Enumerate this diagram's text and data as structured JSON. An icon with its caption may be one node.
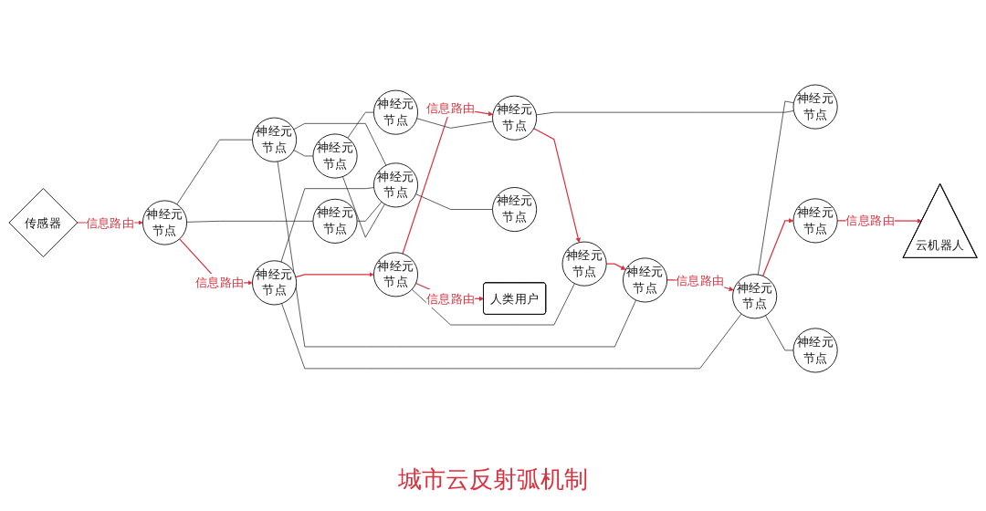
{
  "diagram": {
    "caption": "城市云反射弧机制",
    "nodes": [
      {
        "text": [
          "传感器"
        ]
      },
      {
        "text": [
          "神经元节点"
        ]
      },
      {
        "text": [
          "神经元节点"
        ]
      },
      {
        "text": [
          "神经元节点"
        ]
      },
      {
        "text": [
          "神经元节点"
        ]
      },
      {
        "text": [
          "神经元节点"
        ]
      },
      {
        "text": [
          "神经元节点"
        ]
      },
      {
        "text": [
          "神经元节点"
        ]
      },
      {
        "text": [
          "神经元节点"
        ]
      },
      {
        "text": [
          "神经元节点"
        ]
      },
      {
        "text": [
          "神经元节点"
        ]
      },
      {
        "text": [
          "神经元节点"
        ]
      },
      {
        "text": [
          "神经元节点"
        ]
      },
      {
        "text": [
          "神经元节点"
        ]
      },
      {
        "text": [
          "神经元节点"
        ]
      },
      {
        "text": [
          "神经元节点"
        ]
      },
      {
        "text": [
          "神经元节点"
        ]
      },
      {
        "text": [
          "人类用户"
        ]
      },
      {
        "text": [
          "云机器人"
        ]
      }
    ],
    "edges": [
      {
        "from": 0,
        "to": 1,
        "arrow": "to",
        "label": "信息路由",
        "color": "#d9303e"
      },
      {
        "from": 1,
        "to": 9,
        "arrow": "to",
        "label": "信息路由",
        "color": "#d9303e"
      },
      {
        "from": 9,
        "to": 13,
        "arrow": "to",
        "color": "#d9303e"
      },
      {
        "from": 13,
        "to": 11,
        "arrow": "to",
        "label": "信息路由",
        "color": "#d9303e"
      },
      {
        "from": 13,
        "to": 17,
        "arrow": "to",
        "label": "信息路由",
        "color": "#d9303e"
      },
      {
        "from": 11,
        "to": 5,
        "arrow": "to",
        "color": "#d9303e"
      },
      {
        "from": 5,
        "to": 2,
        "arrow": "to",
        "color": "#d9303e"
      },
      {
        "from": 2,
        "to": 6,
        "arrow": "to",
        "label": "信息路由",
        "color": "#d9303e"
      },
      {
        "from": 6,
        "to": 14,
        "arrow": "to",
        "color": "#d9303e"
      },
      {
        "from": 14,
        "to": 18,
        "arrow": "to",
        "label": "信息路由",
        "color": "#d9303e"
      },
      {
        "from": 1,
        "to": 3,
        "arrow": "none"
      },
      {
        "from": 1,
        "to": 12,
        "arrow": "none"
      },
      {
        "from": 3,
        "to": 2,
        "arrow": "none"
      },
      {
        "from": 3,
        "to": 4,
        "arrow": "none"
      },
      {
        "from": 3,
        "to": 10,
        "arrow": "none"
      },
      {
        "from": 9,
        "to": 6,
        "arrow": "none"
      },
      {
        "from": 9,
        "to": 10,
        "arrow": "none"
      },
      {
        "from": 12,
        "to": 10,
        "arrow": "none"
      },
      {
        "from": 5,
        "to": 13,
        "arrow": "none"
      },
      {
        "from": 4,
        "to": 10,
        "arrow": "none"
      },
      {
        "from": 4,
        "to": 8,
        "arrow": "none"
      },
      {
        "from": 6,
        "to": 7,
        "arrow": "none"
      },
      {
        "from": 7,
        "to": 11,
        "arrow": "none"
      },
      {
        "from": 8,
        "to": 11,
        "arrow": "none"
      },
      {
        "from": 6,
        "to": 15,
        "arrow": "none"
      },
      {
        "from": 10,
        "to": 16,
        "arrow": "none"
      }
    ]
  }
}
